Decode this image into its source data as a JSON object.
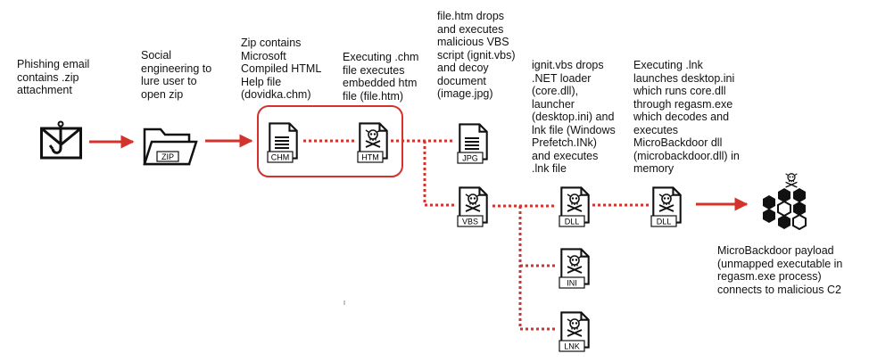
{
  "colors": {
    "accent": "#d4322c",
    "ink": "#111111",
    "background": "#ffffff"
  },
  "labels": {
    "phishing": "Phishing email\ncontains .zip\nattachment",
    "social": "Social\nengineering to\nlure user to\nopen zip",
    "zip_contains": "Zip contains\nMicrosoft\nCompiled HTML\nHelp file\n(dovidka.chm)",
    "executing_chm": "Executing .chm\nfile executes\nembedded htm\nfile (file.htm)",
    "file_htm": "file.htm drops\nand executes\nmalicious VBS\nscript (ignit.vbs)\nand decoy\ndocument\n(image.jpg)",
    "ignit": "ignit.vbs drops\n.NET loader\n(core.dll),\nlauncher\n(desktop.ini) and\nlnk file (Windows\nPrefetch.INk)\nand executes\n.lnk file",
    "executing_lnk": "Executing .lnk\nlaunches desktop.ini\nwhich runs core.dll\nthrough regasm.exe\nwhich decodes and\nexecutes\nMicroBackdoor dll\n(microbackdoor.dll) in\nmemory",
    "payload": "MicroBackdoor payload\n(unmapped executable in\nregasm.exe process)\nconnects to malicious C2"
  },
  "file_tags": {
    "zip": "ZIP",
    "chm": "CHM",
    "htm": "HTM",
    "jpg": "JPG",
    "vbs": "VBS",
    "dll_core": "DLL",
    "ini": "INI",
    "lnk": "LNK",
    "dll_backdoor": "DLL"
  },
  "icons": {
    "email": "phishing-email-hook-icon",
    "zip": "zip-folder-icon",
    "doc": "document-icon",
    "malware": "biohazard-document-icon",
    "backdoor": "hexagon-cluster-biohazard-icon"
  }
}
